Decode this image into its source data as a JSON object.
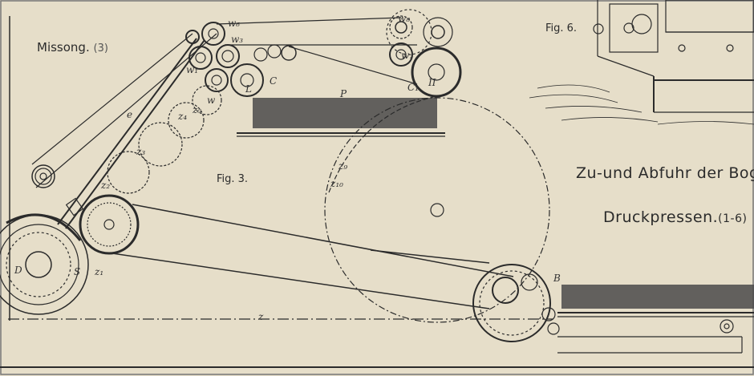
{
  "figures": {
    "fig_3_label": "Fig. 3.",
    "fig_6_label": "Fig. 6.",
    "credit_label": "Missong.",
    "credit_number": "(3)"
  },
  "title": {
    "line1": "Zu-und Abfuhr der Bogen",
    "line2": "Druckpressen.",
    "line2_suffix": "(1-6)"
  },
  "part_labels": {
    "D": "D",
    "S": "S",
    "z1": "z₁",
    "z2": "z₂",
    "z3": "z₃",
    "z4": "z₄",
    "z5": "z₅",
    "z9": "z₉",
    "z10": "z₁₀",
    "z": "z",
    "e": "e",
    "w": "w",
    "w1": "w₁",
    "w3": "w₃",
    "w6": "w₆",
    "w8": "w₈",
    "w7": "w₇",
    "C": "C",
    "C1": "C₁",
    "II": "II",
    "P": "P",
    "B": "B",
    "L": "L"
  },
  "colors": {
    "paper": "#e6dec9",
    "ink": "#2b2b2b"
  }
}
